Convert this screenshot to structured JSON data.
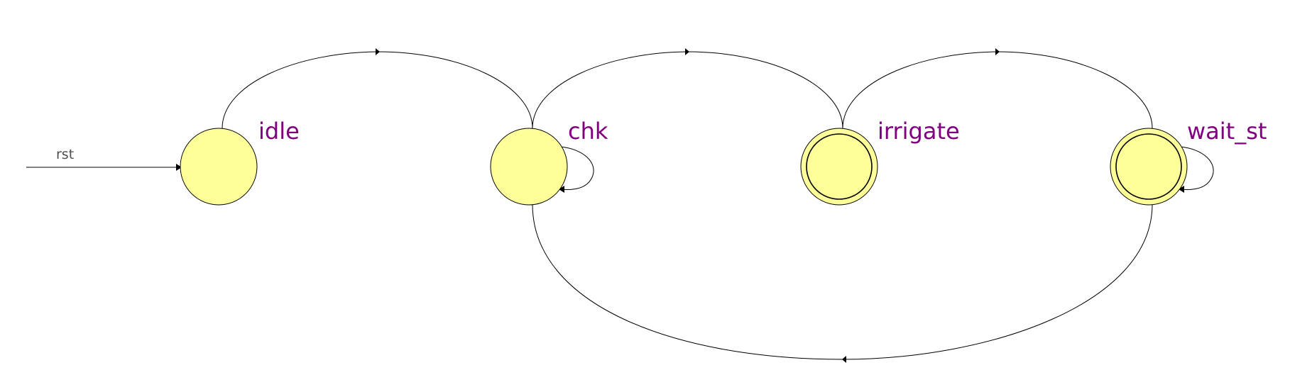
{
  "colors": {
    "state_fill": "#ffff99",
    "state_label": "#800080",
    "reset_label": "#505050",
    "edge": "#000000"
  },
  "reset": {
    "label": "rst"
  },
  "states": [
    {
      "id": "idle",
      "label": "idle",
      "accepting": false
    },
    {
      "id": "chk",
      "label": "chk",
      "accepting": false
    },
    {
      "id": "irrigate",
      "label": "irrigate",
      "accepting": true
    },
    {
      "id": "wait_st",
      "label": "wait_st",
      "accepting": true
    }
  ],
  "transitions": [
    {
      "from": "idle",
      "to": "chk"
    },
    {
      "from": "chk",
      "to": "irrigate"
    },
    {
      "from": "irrigate",
      "to": "wait_st"
    },
    {
      "from": "wait_st",
      "to": "chk"
    },
    {
      "from": "chk",
      "to": "chk"
    },
    {
      "from": "wait_st",
      "to": "wait_st"
    }
  ]
}
